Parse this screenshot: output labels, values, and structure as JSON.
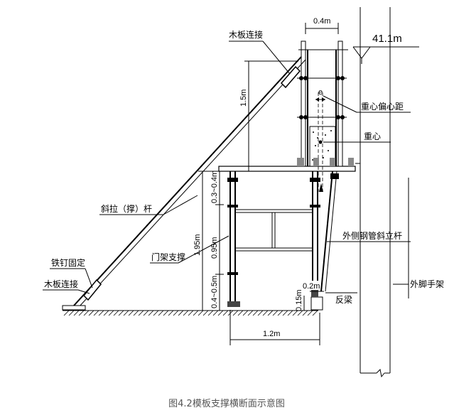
{
  "labels": {
    "wood_joint_top": "木板连接",
    "eccentric": "重心偏心距",
    "centroid": "重心",
    "diagonal_brace": "斜拉（撑）杆",
    "outer_steel_pole": "外侧钢管斜立杆",
    "iron_nail": "铁钉固定",
    "door_frame": "门架支撑",
    "wood_joint_bottom": "木板连接",
    "outer_scaffold": "外脚手架",
    "upturned_beam": "反梁",
    "e_symbol": "e"
  },
  "dimensions": {
    "top_width": "0.4m",
    "elevation": "41.1m",
    "height_1_5": "1.5m",
    "h_0_3_0_4": "0.3~0.4m",
    "h_0_95": "0.95m",
    "h_1_95": "1.95m",
    "h_0_4_0_5": "0.4~0.5m",
    "w_0_2": "0.2m",
    "h_0_15": "0.15m",
    "w_1_2": "1.2m"
  },
  "caption": "图4.2模板支撑横断面示意图"
}
